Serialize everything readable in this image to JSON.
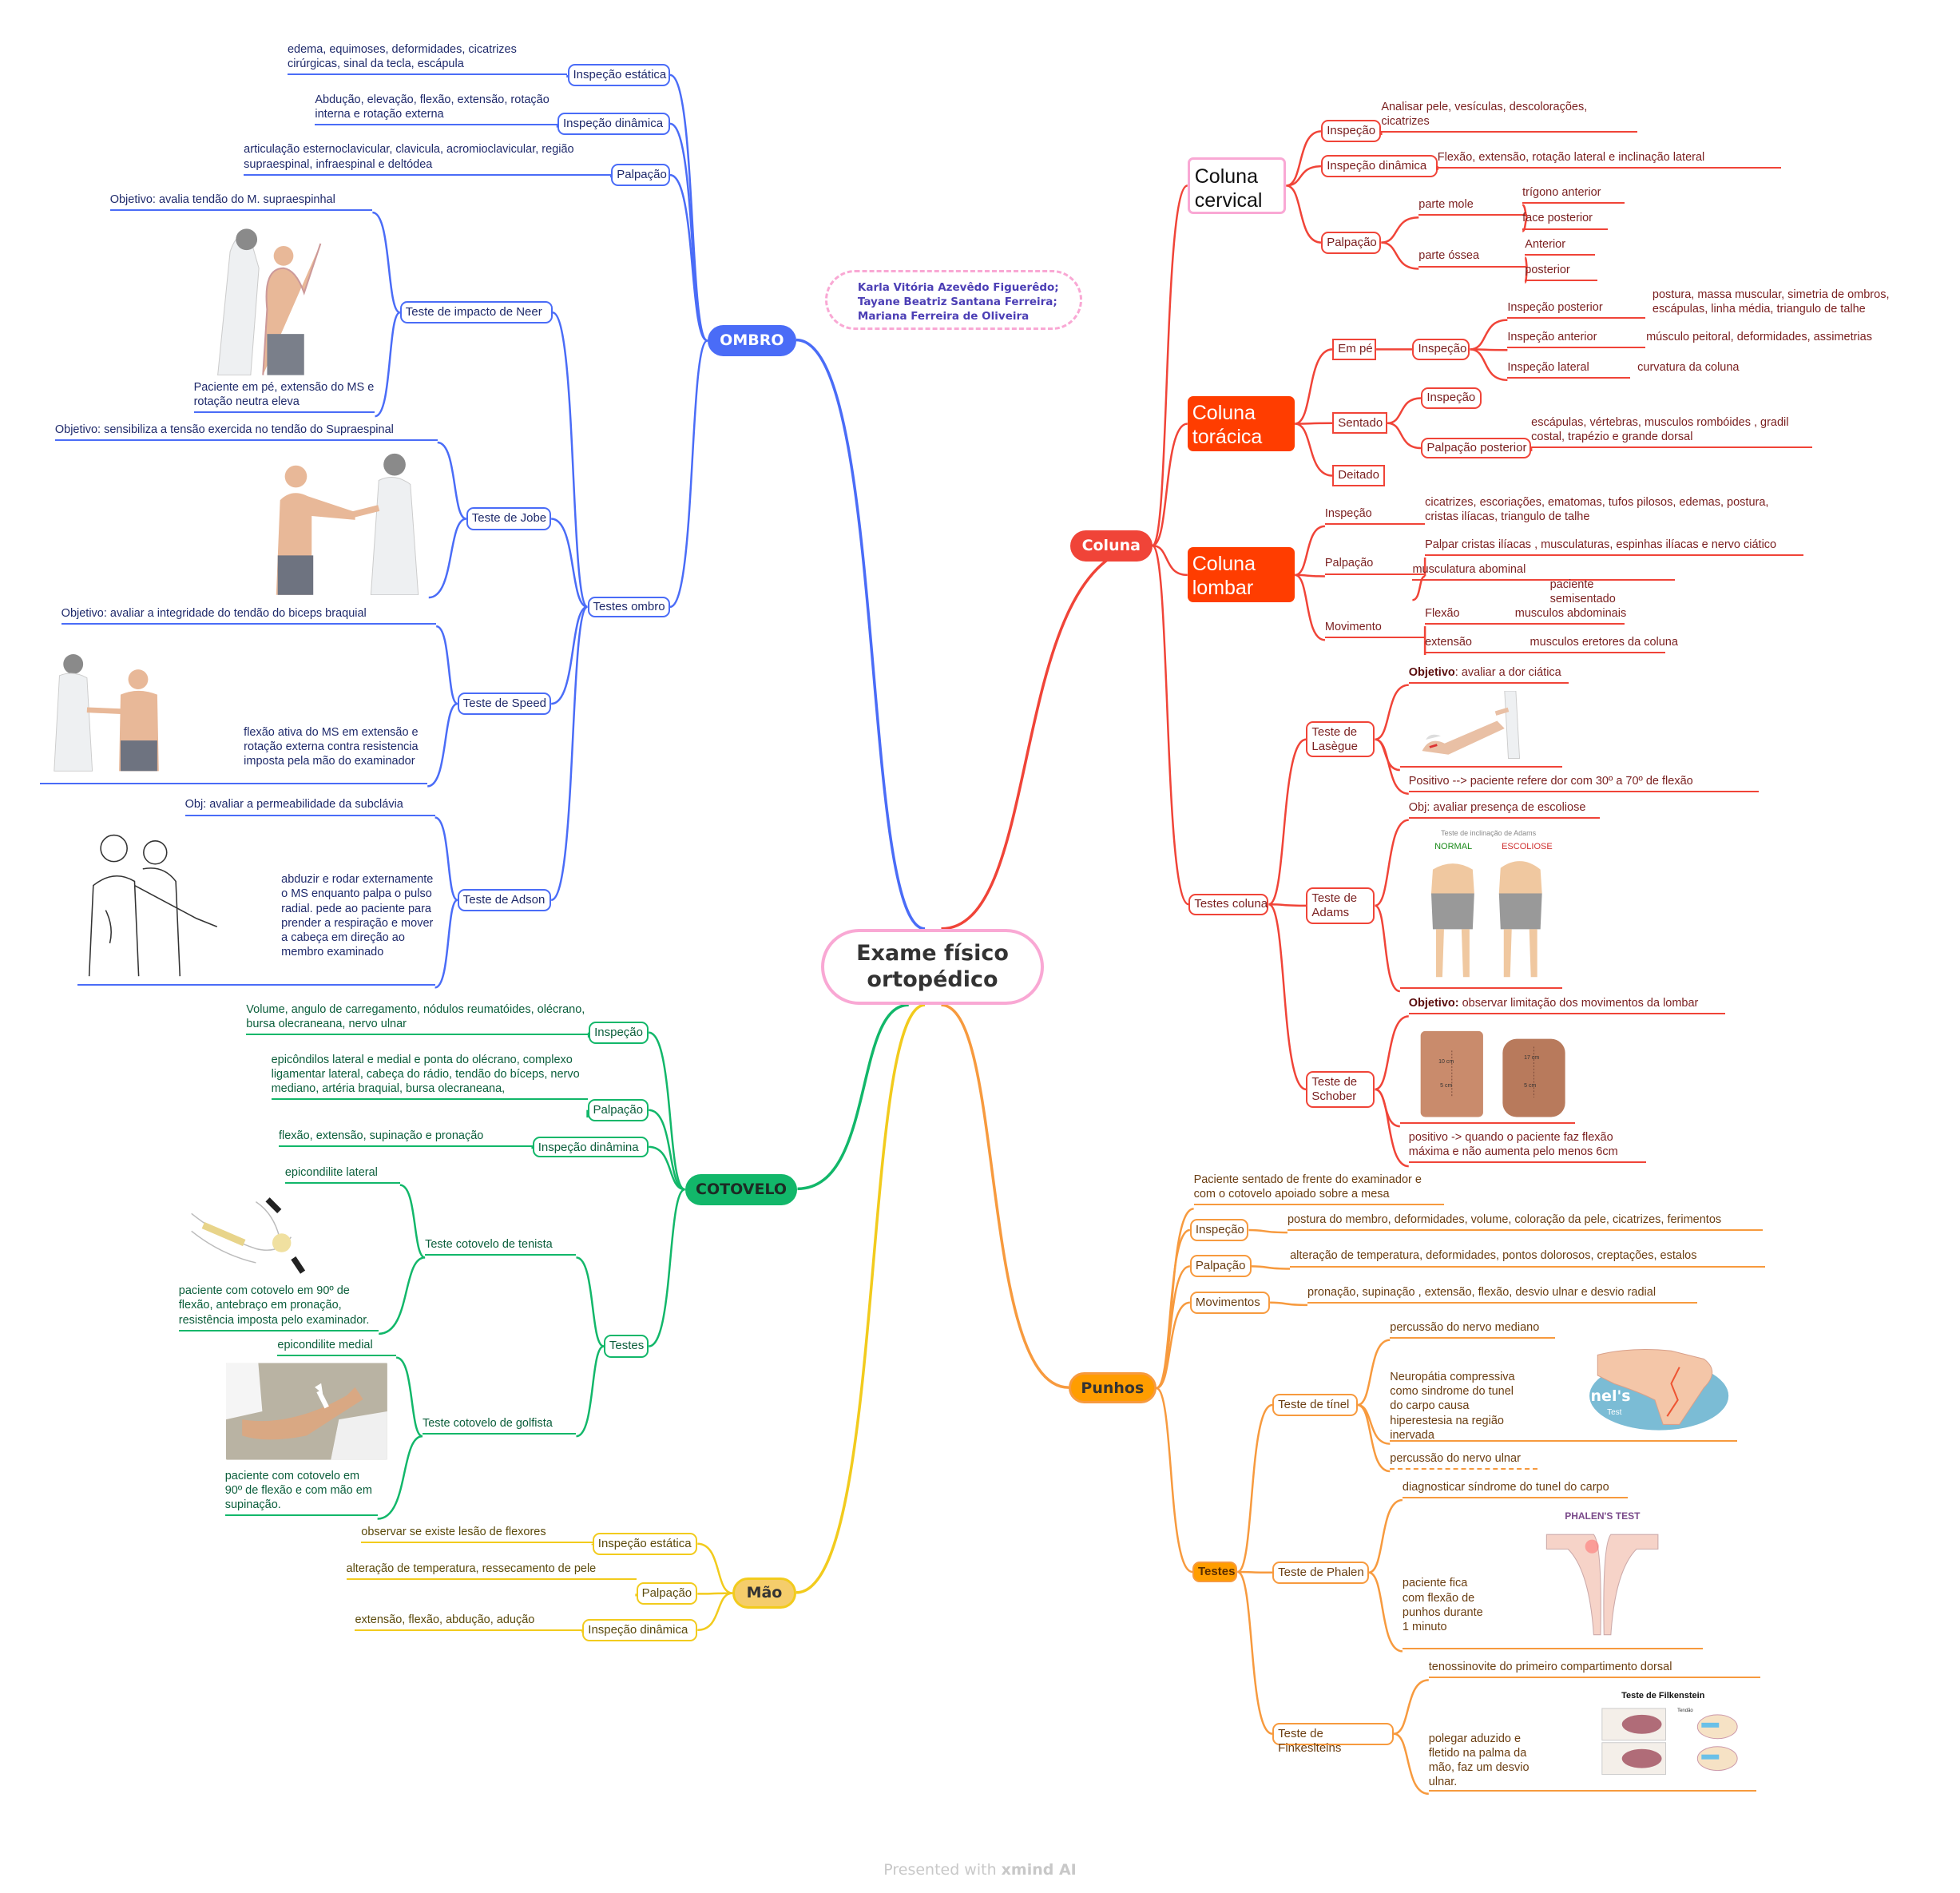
{
  "root": {
    "title": "Exame físico ortopédico"
  },
  "authors": [
    "Karla Vitória Azevêdo Figuerêdo;",
    "Tayane Beatriz Santana Ferreira;",
    "Mariana Ferreira de Oliveira"
  ],
  "colors": {
    "ombro": "#4a6cf7",
    "coluna": "#f04438",
    "coluna_big": "#ff3d00",
    "cotovelo": "#12b76a",
    "mao": "#f2cb1d",
    "mao_fill": "#f5cd6b",
    "punhos": "#f79a3e",
    "punhos_fill": "#ff9d00",
    "root_border": "#f9a8d4"
  },
  "ombro": {
    "label": "OMBRO",
    "inspecao_estatica": {
      "label": "Inspeção estática",
      "text": "edema, equimoses, deformidades, cicatrizes cirúrgicas, sinal da tecla, escápula"
    },
    "inspecao_dinamica": {
      "label": "Inspeção dinâmica",
      "text": "Abdução, elevação, flexão, extensão, rotação interna e rotação externa"
    },
    "palpacao": {
      "label": "Palpação",
      "text": "articulação esternoclavicular, clavicula, acromioclavicular, região supraespinal, infraespinal e deltódea"
    },
    "testes": {
      "label": "Testes ombro",
      "neer": {
        "label": "Teste de impacto de Neer",
        "objetivo": "Objetivo: avalia tendão do M. supraespinhal",
        "image": "neer-test-illustration",
        "text": "Paciente em pé, extensão do MS e rotação neutra eleva"
      },
      "jobe": {
        "label": "Teste de Jobe",
        "objetivo": "Objetivo: sensibiliza a tensão exercida no tendão do Supraespinal",
        "image": "jobe-test-illustration"
      },
      "speed": {
        "label": "Teste de Speed",
        "objetivo": "Objetivo: avaliar a integridade do tendão do biceps braquial",
        "image": "speed-test-illustration",
        "text": "flexão ativa do MS em extensão e rotação externa contra resistencia imposta pela mão do examinador"
      },
      "adson": {
        "label": "Teste de Adson",
        "objetivo": "Obj: avaliar a permeabilidade da subclávia",
        "image": "adson-test-drawing",
        "text": "abduzir e rodar externamente o MS enquanto palpa o pulso radial. pede ao paciente para prender a respiração e mover a cabeça em direção ao membro examinado"
      }
    }
  },
  "cotovelo": {
    "label": "COTOVELO",
    "inspecao": {
      "label": "Inspeção",
      "text": "Volume, angulo de carregamento, nódulos reumatóides, olécrano, bursa olecraneana, nervo ulnar"
    },
    "palpacao": {
      "label": "Palpação",
      "text": "epicôndilos lateral e medial e ponta do olécrano, complexo ligamentar lateral, cabeça do rádio, tendão do bíceps, nervo mediano, artéria braquial, bursa olecraneana,"
    },
    "inspecao_dinamica": {
      "label": "Inspeção dinâmina",
      "text": "flexão, extensão, supinação e pronação"
    },
    "testes": {
      "label": "Testes",
      "tenista": {
        "label": "Teste cotovelo de tenista",
        "top": "epicondilite lateral",
        "image": "tennis-elbow-drawing",
        "text": "paciente com cotovelo em 90º de flexão, antebraço em pronação, resistência imposta pelo examinador."
      },
      "golfista": {
        "label": "Teste cotovelo de golfista",
        "top": "epicondilite medial",
        "image": "golfer-elbow-photo",
        "text": "paciente com cotovelo em 90º de flexão  e com mão em supinação."
      }
    }
  },
  "mao": {
    "label": "Mão",
    "inspecao_estatica": {
      "label": "Inspeção estática",
      "text": "observar se existe lesão de flexores"
    },
    "palpacao": {
      "label": "Palpação",
      "text": "alteração de temperatura, ressecamento de pele"
    },
    "inspecao_dinamica": {
      "label": "Inspeção dinâmica",
      "text": "extensão, flexão, abdução, adução"
    }
  },
  "coluna": {
    "label": "Coluna",
    "cervical": {
      "label": "Coluna cervical",
      "inspecao": {
        "label": "Inspeção",
        "text": "Analisar pele,  vesículas, descolorações, cicatrizes"
      },
      "inspecao_dinamica": {
        "label": "Inspeção dinâmica",
        "text": "Flexão, extensão, rotação lateral e inclinação lateral"
      },
      "palpacao": {
        "label": "Palpação",
        "parte_mole": {
          "label": "parte mole",
          "items": [
            "trígono anterior",
            "face posterior"
          ]
        },
        "parte_ossea": {
          "label": "parte óssea",
          "items": [
            "Anterior",
            "posterior"
          ]
        }
      }
    },
    "toracica": {
      "label": "Coluna torácica",
      "em_pe": {
        "label": "Em pé",
        "inspecao": {
          "label": "Inspeção",
          "items": [
            {
              "label": "Inspeção posterior",
              "text": "postura, massa muscular, simetria de ombros, escápulas, linha média, triangulo de talhe"
            },
            {
              "label": "Inspeção anterior",
              "text": "músculo peitoral, deformidades, assimetrias"
            },
            {
              "label": "Inspeção lateral",
              "text": "curvatura da coluna"
            }
          ]
        }
      },
      "sentado": {
        "label": "Sentado",
        "inspecao": "Inspeção",
        "palpacao_posterior": {
          "label": "Palpação posterior",
          "text": "escápulas, vértebras, musculos rombóides , gradil costal, trapézio e grande dorsal"
        }
      },
      "deitado": "Deitado"
    },
    "lombar": {
      "label": "Coluna lombar",
      "inspecao": {
        "label": "Inspeção",
        "text": "cicatrizes, escoriações, ematomas, tufos pilosos, edemas, postura, cristas ilíacas, triangulo de talhe"
      },
      "palpacao": {
        "label": "Palpação",
        "text": "Palpar cristas ilíacas , musculaturas, espinhas ilíacas e nervo ciático",
        "sub": "musculatura abominal",
        "sub_text": "paciente semisentado"
      },
      "movimento": {
        "label": "Movimento",
        "flexao": {
          "label": "Flexão",
          "text": "musculos abdominais"
        },
        "extensao": {
          "label": "extensão",
          "text": "musculos eretores da coluna"
        }
      }
    },
    "testes": {
      "label": "Testes coluna",
      "lasegue": {
        "label": "Teste de Lasègue",
        "objetivo_bold": "Objetivo",
        "objetivo": ": avaliar a dor ciática",
        "image": "lasegue-test-illustration",
        "text": "Positivo --> paciente refere dor com 30º a 70º de flexão"
      },
      "adams": {
        "label": "Teste de Adams",
        "objetivo": "Obj: avaliar presença de escoliose",
        "image_caption": "Teste de inclinação de Adams",
        "image_normal": "NORMAL",
        "image_escoliose": "ESCOLIOSE"
      },
      "schober": {
        "label": "Teste de Schober",
        "objetivo_bold": "Objetivo:",
        "objetivo": " observar limitação dos movimentos da lombar",
        "image_marks": [
          "10 cm",
          "5 cm",
          "17 cm",
          "5 cm"
        ],
        "text": "positivo -> quando o paciente faz flexão máxima  e não aumenta pelo menos 6cm"
      }
    }
  },
  "punhos": {
    "label": "Punhos",
    "intro": "Paciente sentado de frente do examinador e com o cotovelo apoiado sobre a mesa",
    "inspecao": {
      "label": "Inspeção",
      "text": "postura do membro, deformidades, volume, coloração da pele, cicatrizes, ferimentos"
    },
    "palpacao": {
      "label": "Palpação",
      "text": "alteração de temperatura, deformidades, pontos dolorosos, creptações, estalos"
    },
    "movimentos": {
      "label": "Movimentos",
      "text": "pronação, supinação , extensão, flexão, desvio ulnar e desvio radial"
    },
    "testes": {
      "label": "Testes",
      "tinel": {
        "label": "Teste de tínel",
        "items": [
          "percussão do nervo mediano",
          "Neuropátia compressiva como sindrome do tunel do carpo causa hiperestesia na região inervada",
          "percussão do nervo ulnar"
        ],
        "image_title": "Tinel's",
        "image_sub": "Test"
      },
      "phalen": {
        "label": "Teste de Phalen",
        "items": [
          "diagnosticar síndrome do tunel do carpo",
          "paciente fica com flexão de punhos durante 1 minuto"
        ],
        "image_title": "PHALEN'S TEST"
      },
      "finkelstein": {
        "label": "Teste de Finkeslteins",
        "items": [
          "tenossinovite do primeiro compartimento dorsal",
          "polegar aduzido e fletido na palma da mão, faz um desvio ulnar."
        ],
        "image_title": "Teste de Filkenstein",
        "image_label": "Tendão"
      }
    }
  },
  "watermark": {
    "prefix": "Presented with ",
    "brand": "xmind AI"
  }
}
